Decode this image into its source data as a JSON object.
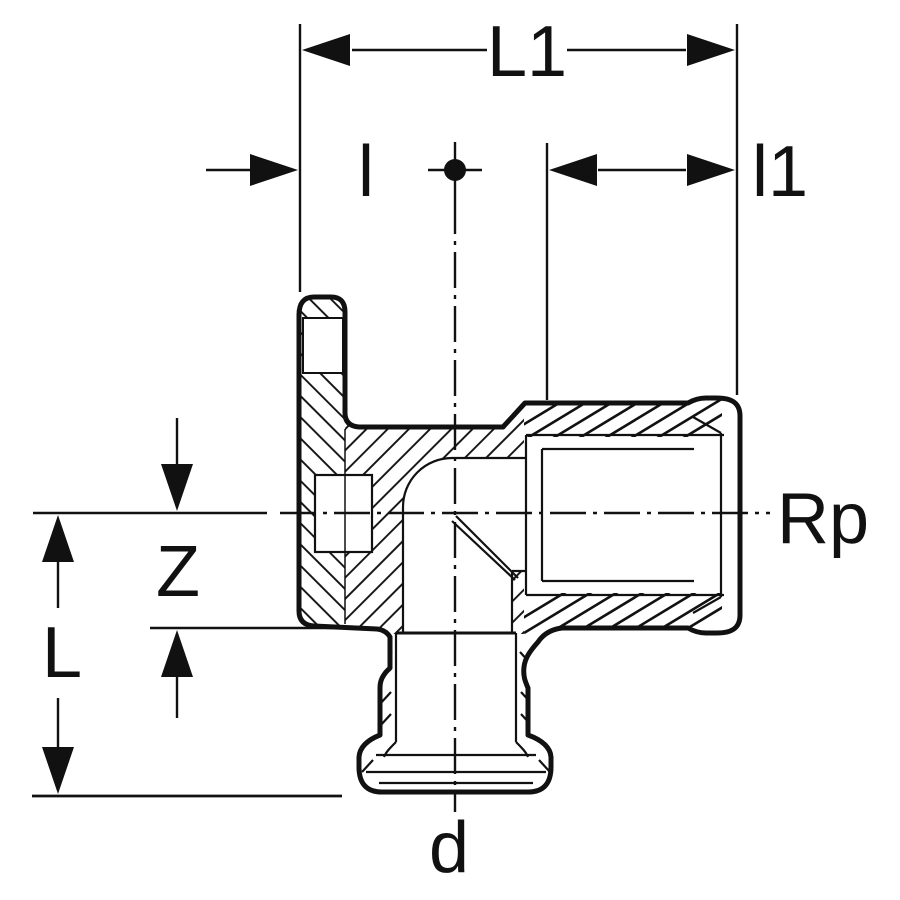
{
  "drawing": {
    "background": "#ffffff",
    "ink": "#111111",
    "kind": "pipe-fitting-cross-section",
    "labels": {
      "length_total": "L1",
      "insertion_left": "l",
      "insertion_right": "l1",
      "thread": "Rp",
      "offset": "Z",
      "height": "L",
      "diameter": "d"
    }
  }
}
